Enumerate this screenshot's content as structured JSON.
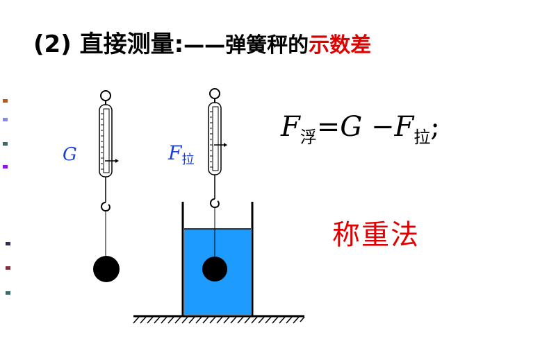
{
  "title": {
    "prefix": "(2) 直接测量:",
    "dash": "——",
    "middle": "弹簧秤的",
    "highlight": "示数差"
  },
  "labels": {
    "g": "G",
    "f_main": "F",
    "f_sub": "拉"
  },
  "formula": {
    "f1": "F",
    "f1_sub": "浮",
    "eq": "=",
    "g": "G",
    "minus": " −",
    "f2": "F",
    "f2_sub": "拉",
    "end": ";"
  },
  "method": "称重法",
  "colors": {
    "water": "#1e9bff",
    "label_blue": "#1a3fd6",
    "highlight_red": "#e00000",
    "bullets": [
      "#c0581c",
      "#8a8ad8",
      "#3c6a6a",
      "#8a1ad8",
      "#3a2a5a",
      "#7a3040",
      "#3c6a6a"
    ]
  }
}
